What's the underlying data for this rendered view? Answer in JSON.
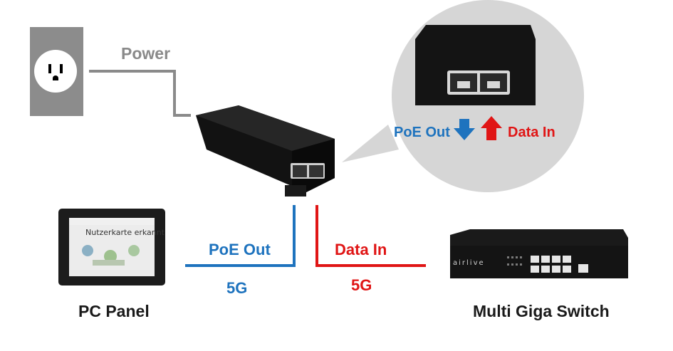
{
  "labels": {
    "power": "Power",
    "poe_out": "PoE Out",
    "data_in": "Data In",
    "speed_poe": "5G",
    "speed_data": "5G",
    "pc_panel": "PC Panel",
    "switch": "Multi Giga Switch"
  },
  "callout": {
    "poe_out": "PoE Out",
    "data_in": "Data In"
  },
  "screen": {
    "title": "Nutzerkarte erkannt"
  },
  "switch_brand": "airlive",
  "colors": {
    "poe_blue": "#1e73be",
    "data_red": "#e01515",
    "power_gray": "#8a8a8a",
    "bubble_gray": "#d6d6d6"
  },
  "icons": [
    "power-outlet-icon",
    "poe-injector-icon",
    "pc-panel-icon",
    "network-switch-icon",
    "arrow-down-icon",
    "arrow-up-icon"
  ]
}
